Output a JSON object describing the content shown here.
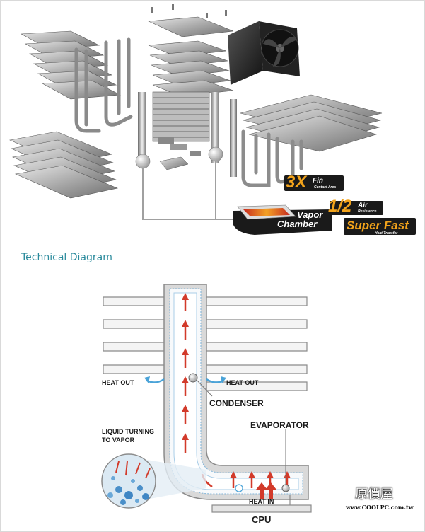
{
  "top_badges": {
    "fin_big": "3X",
    "fin_title": "Fin",
    "fin_sub": "Contact Area",
    "air_big": "1/2",
    "air_title": "Air",
    "air_sub": "Resistance",
    "vapor_line1": "Vapor",
    "vapor_line2": "Chamber",
    "superfast": "Super Fast",
    "superfast_sub": "Heat Transfer"
  },
  "section_title": "Technical Diagram",
  "diagram_labels": {
    "heat_out_left": "HEAT OUT",
    "heat_out_right": "HEAT OUT",
    "condenser": "CONDENSER",
    "evaporator": "EVAPORATOR",
    "liquid_line1": "LIQUID TURNING",
    "liquid_line2": "TO VAPOR",
    "heat_in": "HEAT IN",
    "cpu": "CPU"
  },
  "watermark": {
    "logo": "原價屋",
    "url": "www.COOLPC.com.tw"
  },
  "colors": {
    "title_teal": "#2a8a9c",
    "heat_arrow_red": "#d23a2a",
    "heat_out_blue": "#4aa3d8",
    "badge_gold": "#f2a31b"
  }
}
